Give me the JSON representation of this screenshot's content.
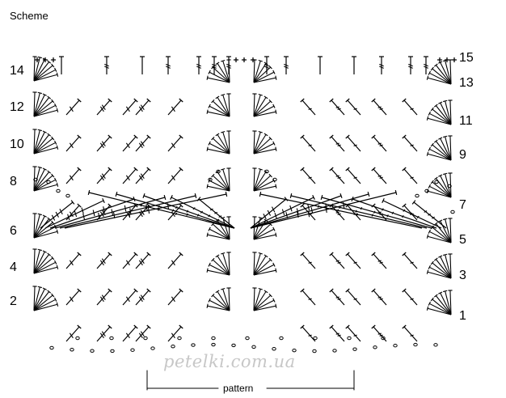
{
  "title": "Scheme",
  "row_numbers_left": [
    "14",
    "12",
    "10",
    "8",
    "6",
    "4",
    "2"
  ],
  "row_numbers_right": [
    "15",
    "13",
    "11",
    "9",
    "7",
    "5",
    "3",
    "1"
  ],
  "pattern_label": "pattern",
  "watermark": "petelki.com.ua",
  "colors": {
    "ink": "#000000",
    "watermark": "#c7c7c7",
    "background": "#ffffff"
  },
  "symbols": [
    "chain-stitch",
    "slip-stitch",
    "single-crochet",
    "half-double-crochet",
    "double-crochet",
    "treble-crochet",
    "fan-shell"
  ]
}
